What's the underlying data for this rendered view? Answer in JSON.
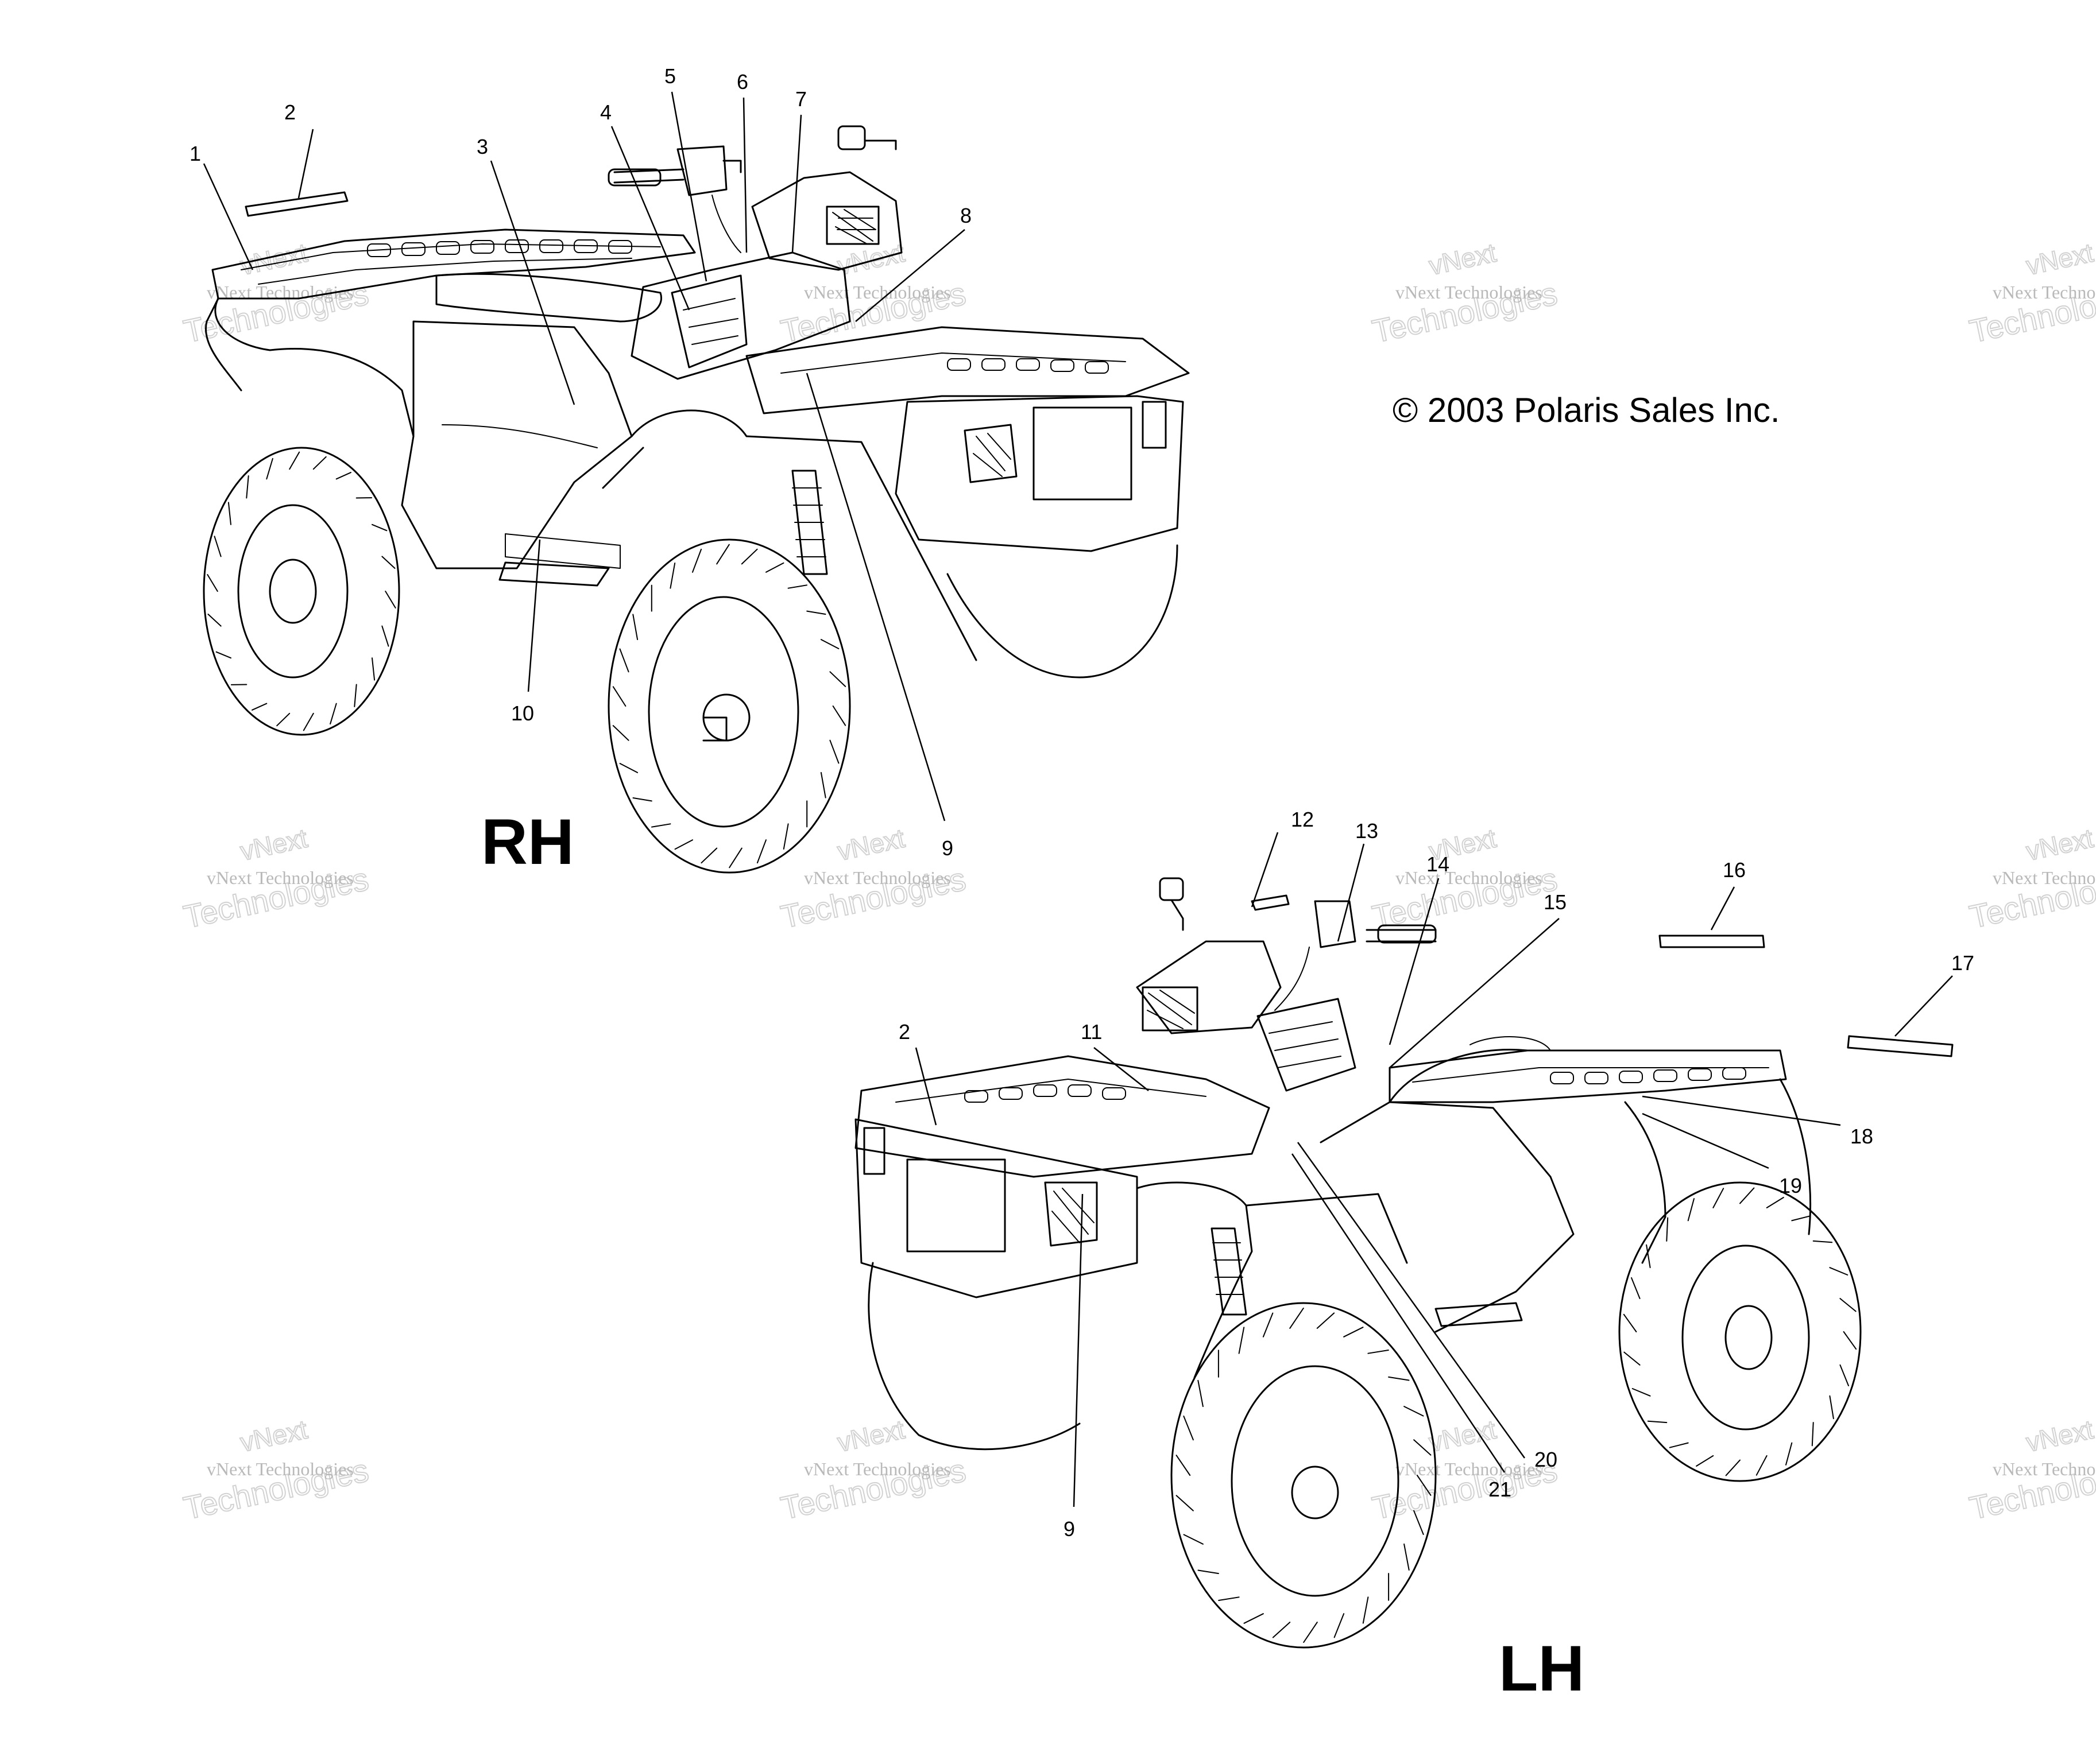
{
  "copyright": "© 2003 Polaris Sales Inc.",
  "views": {
    "rh": {
      "label": "RH"
    },
    "lh": {
      "label": "LH"
    }
  },
  "callouts": [
    "1",
    "2",
    "3",
    "4",
    "5",
    "6",
    "7",
    "8",
    "9",
    "10",
    "11",
    "12",
    "13",
    "14",
    "15",
    "16",
    "17",
    "18",
    "19",
    "20",
    "21",
    "2",
    "9"
  ],
  "watermark": {
    "line1": "vNext Technologies",
    "big_a": "vNext",
    "big_b": "Technologies"
  }
}
